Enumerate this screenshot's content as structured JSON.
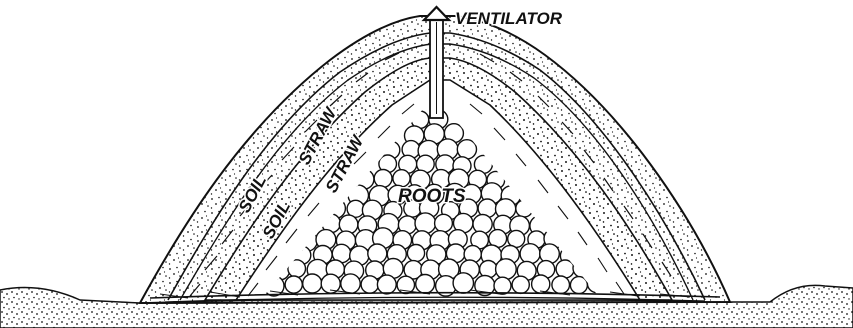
{
  "labels": {
    "ventilator": "VENTILATOR",
    "soil_outer": "SOIL",
    "straw_outer": "STRAW",
    "soil_inner": "SOIL",
    "straw_inner": "STRAW",
    "roots": "ROOTS"
  },
  "colors": {
    "ink": "#111111",
    "paper": "#ffffff"
  }
}
